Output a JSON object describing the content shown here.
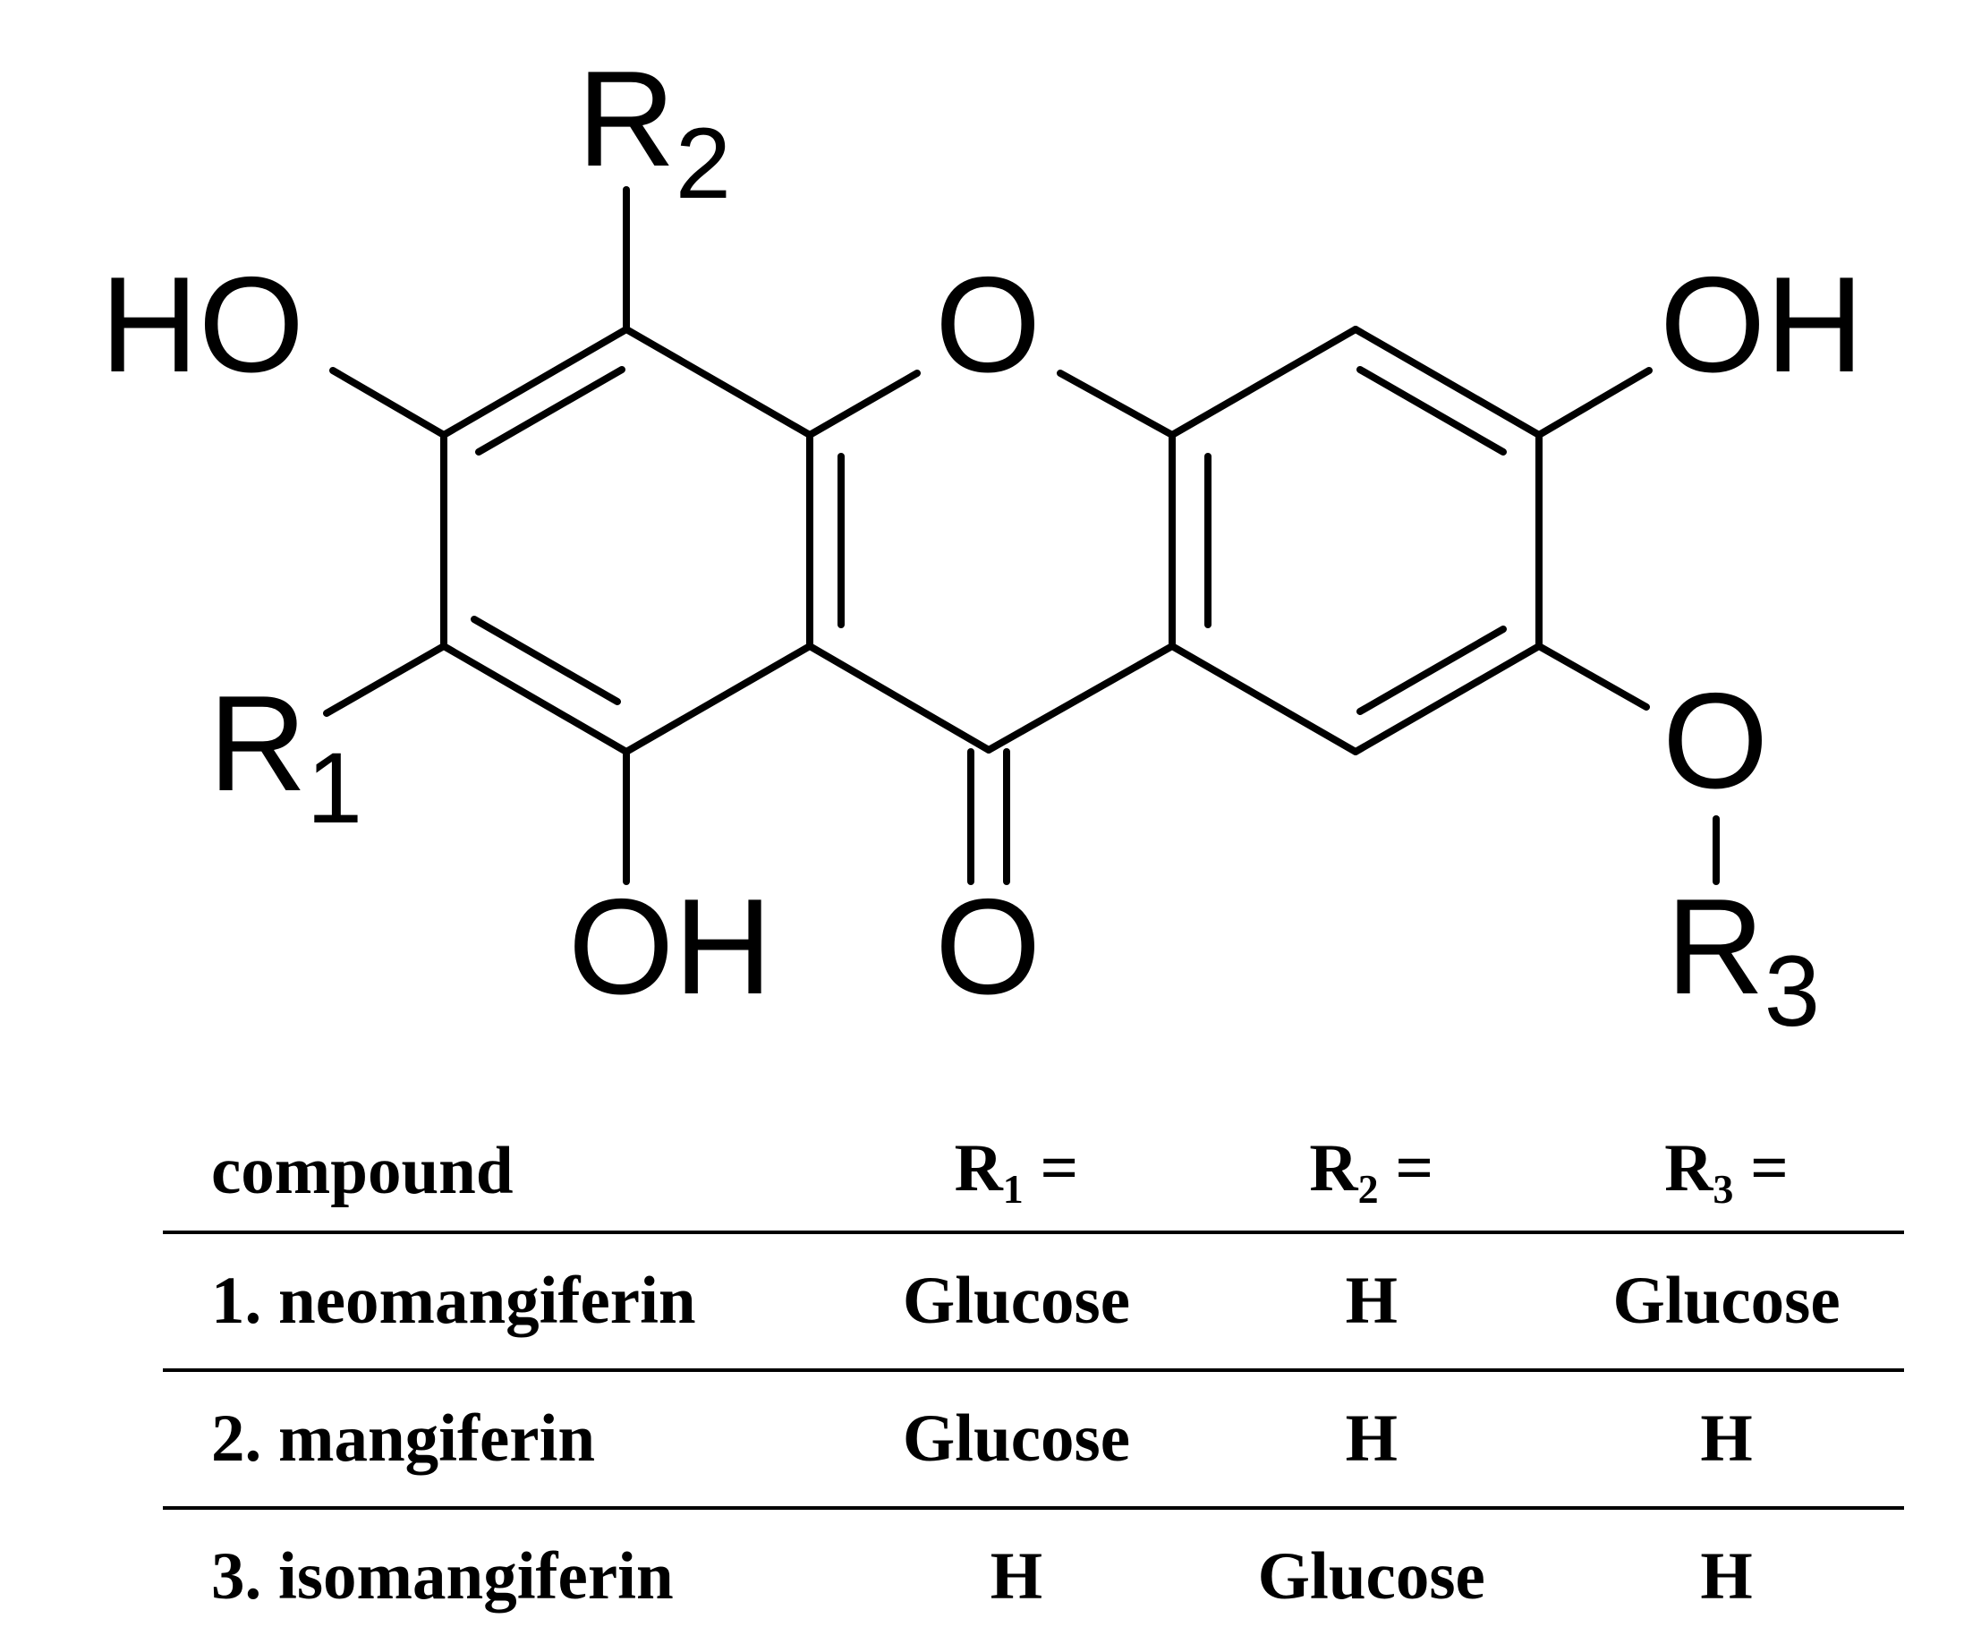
{
  "structure": {
    "atoms": {
      "r2": {
        "symbol": "R",
        "sub": "2"
      },
      "ho_left": "HO",
      "ring_o": "O",
      "oh_right": "OH",
      "r1": {
        "symbol": "R",
        "sub": "1"
      },
      "oh_bottom": "OH",
      "carbonyl_o": "O",
      "ether_o": "O",
      "r3": {
        "symbol": "R",
        "sub": "3"
      }
    }
  },
  "table": {
    "headers": {
      "compound": "compound",
      "r1": {
        "symbol": "R",
        "sub": "1",
        "eq": "="
      },
      "r2": {
        "symbol": "R",
        "sub": "2",
        "eq": "="
      },
      "r3": {
        "symbol": "R",
        "sub": "3",
        "eq": "="
      }
    },
    "rows": [
      {
        "name": "1. neomangiferin",
        "r1": "Glucose",
        "r2": "H",
        "r3": "Glucose"
      },
      {
        "name": "2. mangiferin",
        "r1": "Glucose",
        "r2": "H",
        "r3": "H"
      },
      {
        "name": "3. isomangiferin",
        "r1": "H",
        "r2": "Glucose",
        "r3": "H"
      }
    ]
  }
}
